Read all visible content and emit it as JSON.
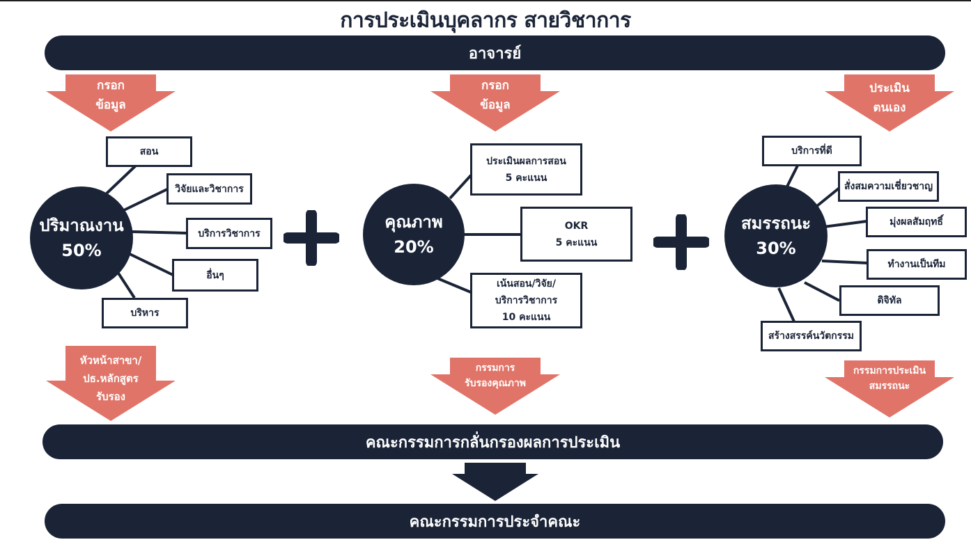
{
  "title": "การประเมินบุคลากร สายวิชาการ",
  "top_bar": "อาจารย์",
  "colors": {
    "navy": "#1b2437",
    "salmon": "#e07468",
    "white": "#ffffff"
  },
  "groups": [
    {
      "input_arrow": [
        "กรอก",
        "ข้อมูล"
      ],
      "hub": {
        "name": "ปริมาณงาน",
        "percent": "50%"
      },
      "items": [
        "สอน",
        "วิจัยและวิชาการ",
        "บริการวิชาการ",
        "อื่นๆ",
        "บริหาร"
      ],
      "approve_arrow": [
        "หัวหน้าสาขา/",
        "ปธ.หลักสูตร",
        "รับรอง"
      ]
    },
    {
      "input_arrow": [
        "กรอก",
        "ข้อมูล"
      ],
      "hub": {
        "name": "คุณภาพ",
        "percent": "20%"
      },
      "items": [
        [
          "ประเมินผลการสอน",
          "5 คะแนน"
        ],
        [
          "OKR",
          "5 คะแนน"
        ],
        [
          "เน้นสอน/วิจัย/",
          "บริการวิชาการ",
          "10 คะแนน"
        ]
      ],
      "approve_arrow": [
        "กรรมการ",
        "รับรองคุณภาพ"
      ]
    },
    {
      "input_arrow": [
        "ประเมิน",
        "ตนเอง"
      ],
      "hub": {
        "name": "สมรรถนะ",
        "percent": "30%"
      },
      "items": [
        "บริการที่ดี",
        "สั่งสมความเชี่ยวชาญ",
        "มุ่งผลสัมฤทธิ์",
        "ทำงานเป็นทีม",
        "ดิจิทัล",
        "สร้างสรรค์นวัตกรรม"
      ],
      "approve_arrow": [
        "กรรมการประเมิน",
        "สมรรถนะ"
      ]
    }
  ],
  "operators": [
    "plus-icon",
    "plus-icon"
  ],
  "screening_bar": "คณะกรรมการกลั่นกรองผลการประเมิน",
  "final_bar": "คณะกรรมการประจำคณะ"
}
